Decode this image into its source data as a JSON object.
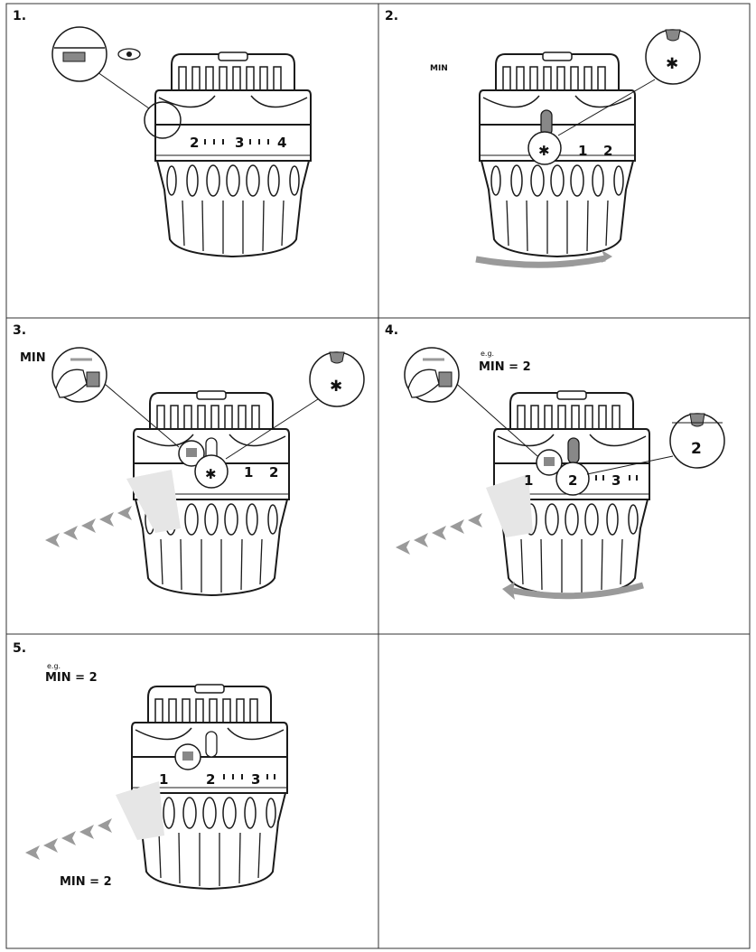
{
  "panels": [
    {
      "step": "1.",
      "dial": [
        "2",
        "3",
        "4"
      ]
    },
    {
      "step": "2.",
      "min_label": "MIN",
      "dial": [
        "1",
        "2"
      ],
      "zoom": "✱",
      "mark": "✱"
    },
    {
      "step": "3.",
      "min_label": "MIN",
      "dial": [
        "1",
        "2"
      ],
      "zoom": "✱",
      "mark": "✱"
    },
    {
      "step": "4.",
      "eg": "e.g.",
      "min_label": "MIN = 2",
      "dial": [
        "1",
        "2",
        "3"
      ],
      "zoom": "2"
    },
    {
      "step": "5.",
      "eg": "e.g.",
      "min_label": "MIN = 2",
      "dial": [
        "1",
        "2",
        "3"
      ],
      "caption": "MIN = 2"
    }
  ],
  "colors": {
    "line": "#1a1a1a",
    "arrow": "#9a9a9a",
    "shade": "#e6e6e6"
  },
  "icons": [
    "eye-icon",
    "rotate-arrow-icon",
    "push-arrow-icon",
    "finger-press-icon"
  ]
}
